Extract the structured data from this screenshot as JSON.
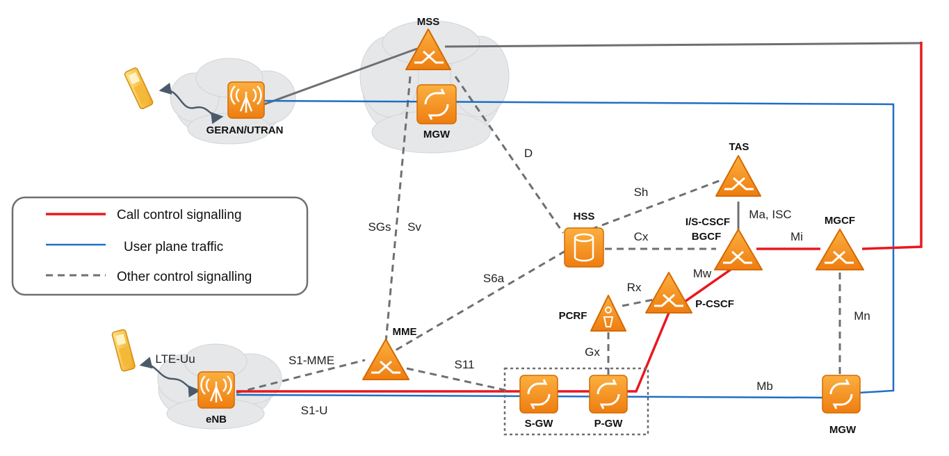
{
  "colors": {
    "call_control": "#e8191f",
    "user_plane": "#1f6fc6",
    "other_control": "#6d6f72",
    "node_orange": "#f39018",
    "cloud": "#e6e7e9"
  },
  "legend": {
    "call_control": "Call control signalling",
    "user_plane": "User plane traffic",
    "other_control": "Other control signalling"
  },
  "nodes": {
    "mss": "MSS",
    "mgw_top": "MGW",
    "geran": "GERAN/UTRAN",
    "tas": "TAS",
    "hss": "HSS",
    "iscscf_1": "I/S-CSCF",
    "iscscf_2": "BGCF",
    "mgcf": "MGCF",
    "pcrf": "PCRF",
    "pcscf": "P-CSCF",
    "mme": "MME",
    "enb": "eNB",
    "sgw": "S-GW",
    "pgw": "P-GW",
    "mgw_bottom": "MGW"
  },
  "interfaces": {
    "d": "D",
    "sh": "Sh",
    "ma_isc": "Ma, ISC",
    "sgs": "SGs",
    "sv": "Sv",
    "cx": "Cx",
    "mi": "Mi",
    "s6a": "S6a",
    "mw": "Mw",
    "rx": "Rx",
    "mn": "Mn",
    "lte_uu": "LTE-Uu",
    "s1_mme": "S1-MME",
    "s11": "S11",
    "gx": "Gx",
    "mb": "Mb",
    "s1_u": "S1-U"
  },
  "icons": {
    "phone": "mobile-phone-icon",
    "antenna": "radio-antenna-icon",
    "switch": "call-switch-icon",
    "gateway": "media-gateway-icon",
    "database": "database-icon",
    "policy": "policy-rules-icon"
  }
}
